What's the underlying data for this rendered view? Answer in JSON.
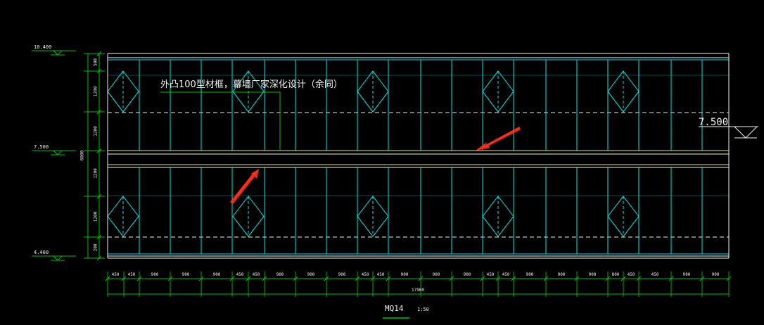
{
  "drawing": {
    "title": "MQ14",
    "scale": "1:50",
    "annotation": "外凸100型材框，幕墙厂家深化设计（余同）"
  },
  "elevations": [
    {
      "id": "top",
      "label": "10.400"
    },
    {
      "id": "mid",
      "label": "7.500"
    },
    {
      "id": "bot",
      "label": "4.400"
    }
  ],
  "elevation_right": {
    "label": "7.500"
  },
  "vertical_dims": {
    "total": "6000",
    "segments": [
      "500",
      "1200",
      "1200",
      "1200",
      "1200",
      "200"
    ]
  },
  "horizontal_dims": {
    "total": "17900",
    "segments": [
      "450",
      "450",
      "900",
      "900",
      "900",
      "450",
      "450",
      "900",
      "900",
      "900",
      "450",
      "450",
      "900",
      "900",
      "900",
      "450",
      "450",
      "900",
      "900",
      "900",
      "800"
    ]
  },
  "colors": {
    "background": "#000000",
    "lines": "#00e5e5",
    "dims": "#00c000",
    "yellow": "#e8e85a",
    "white": "#f0f0f0",
    "arrow": "#ff2a1a"
  }
}
